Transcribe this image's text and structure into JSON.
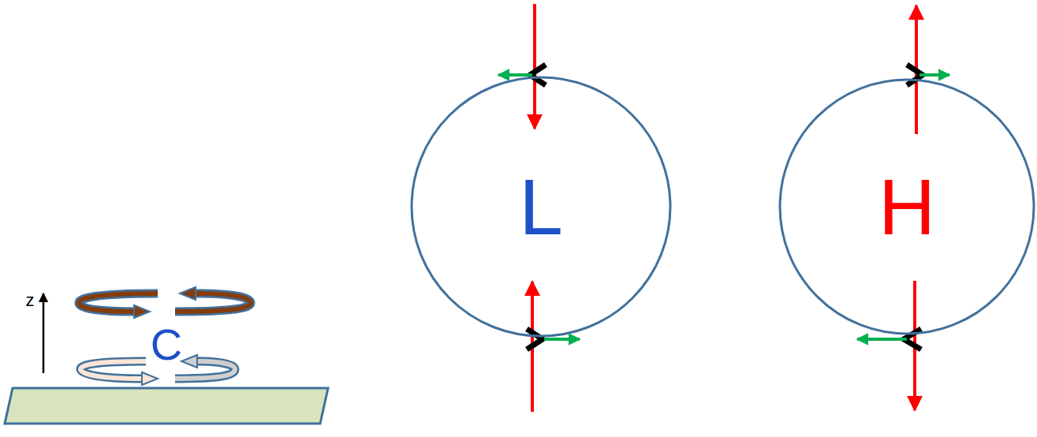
{
  "diagram": {
    "nodes": [
      {
        "text": [
          "L"
        ]
      },
      {
        "text": [
          "H"
        ]
      }
    ],
    "labels": [
      "z",
      "C"
    ]
  }
}
